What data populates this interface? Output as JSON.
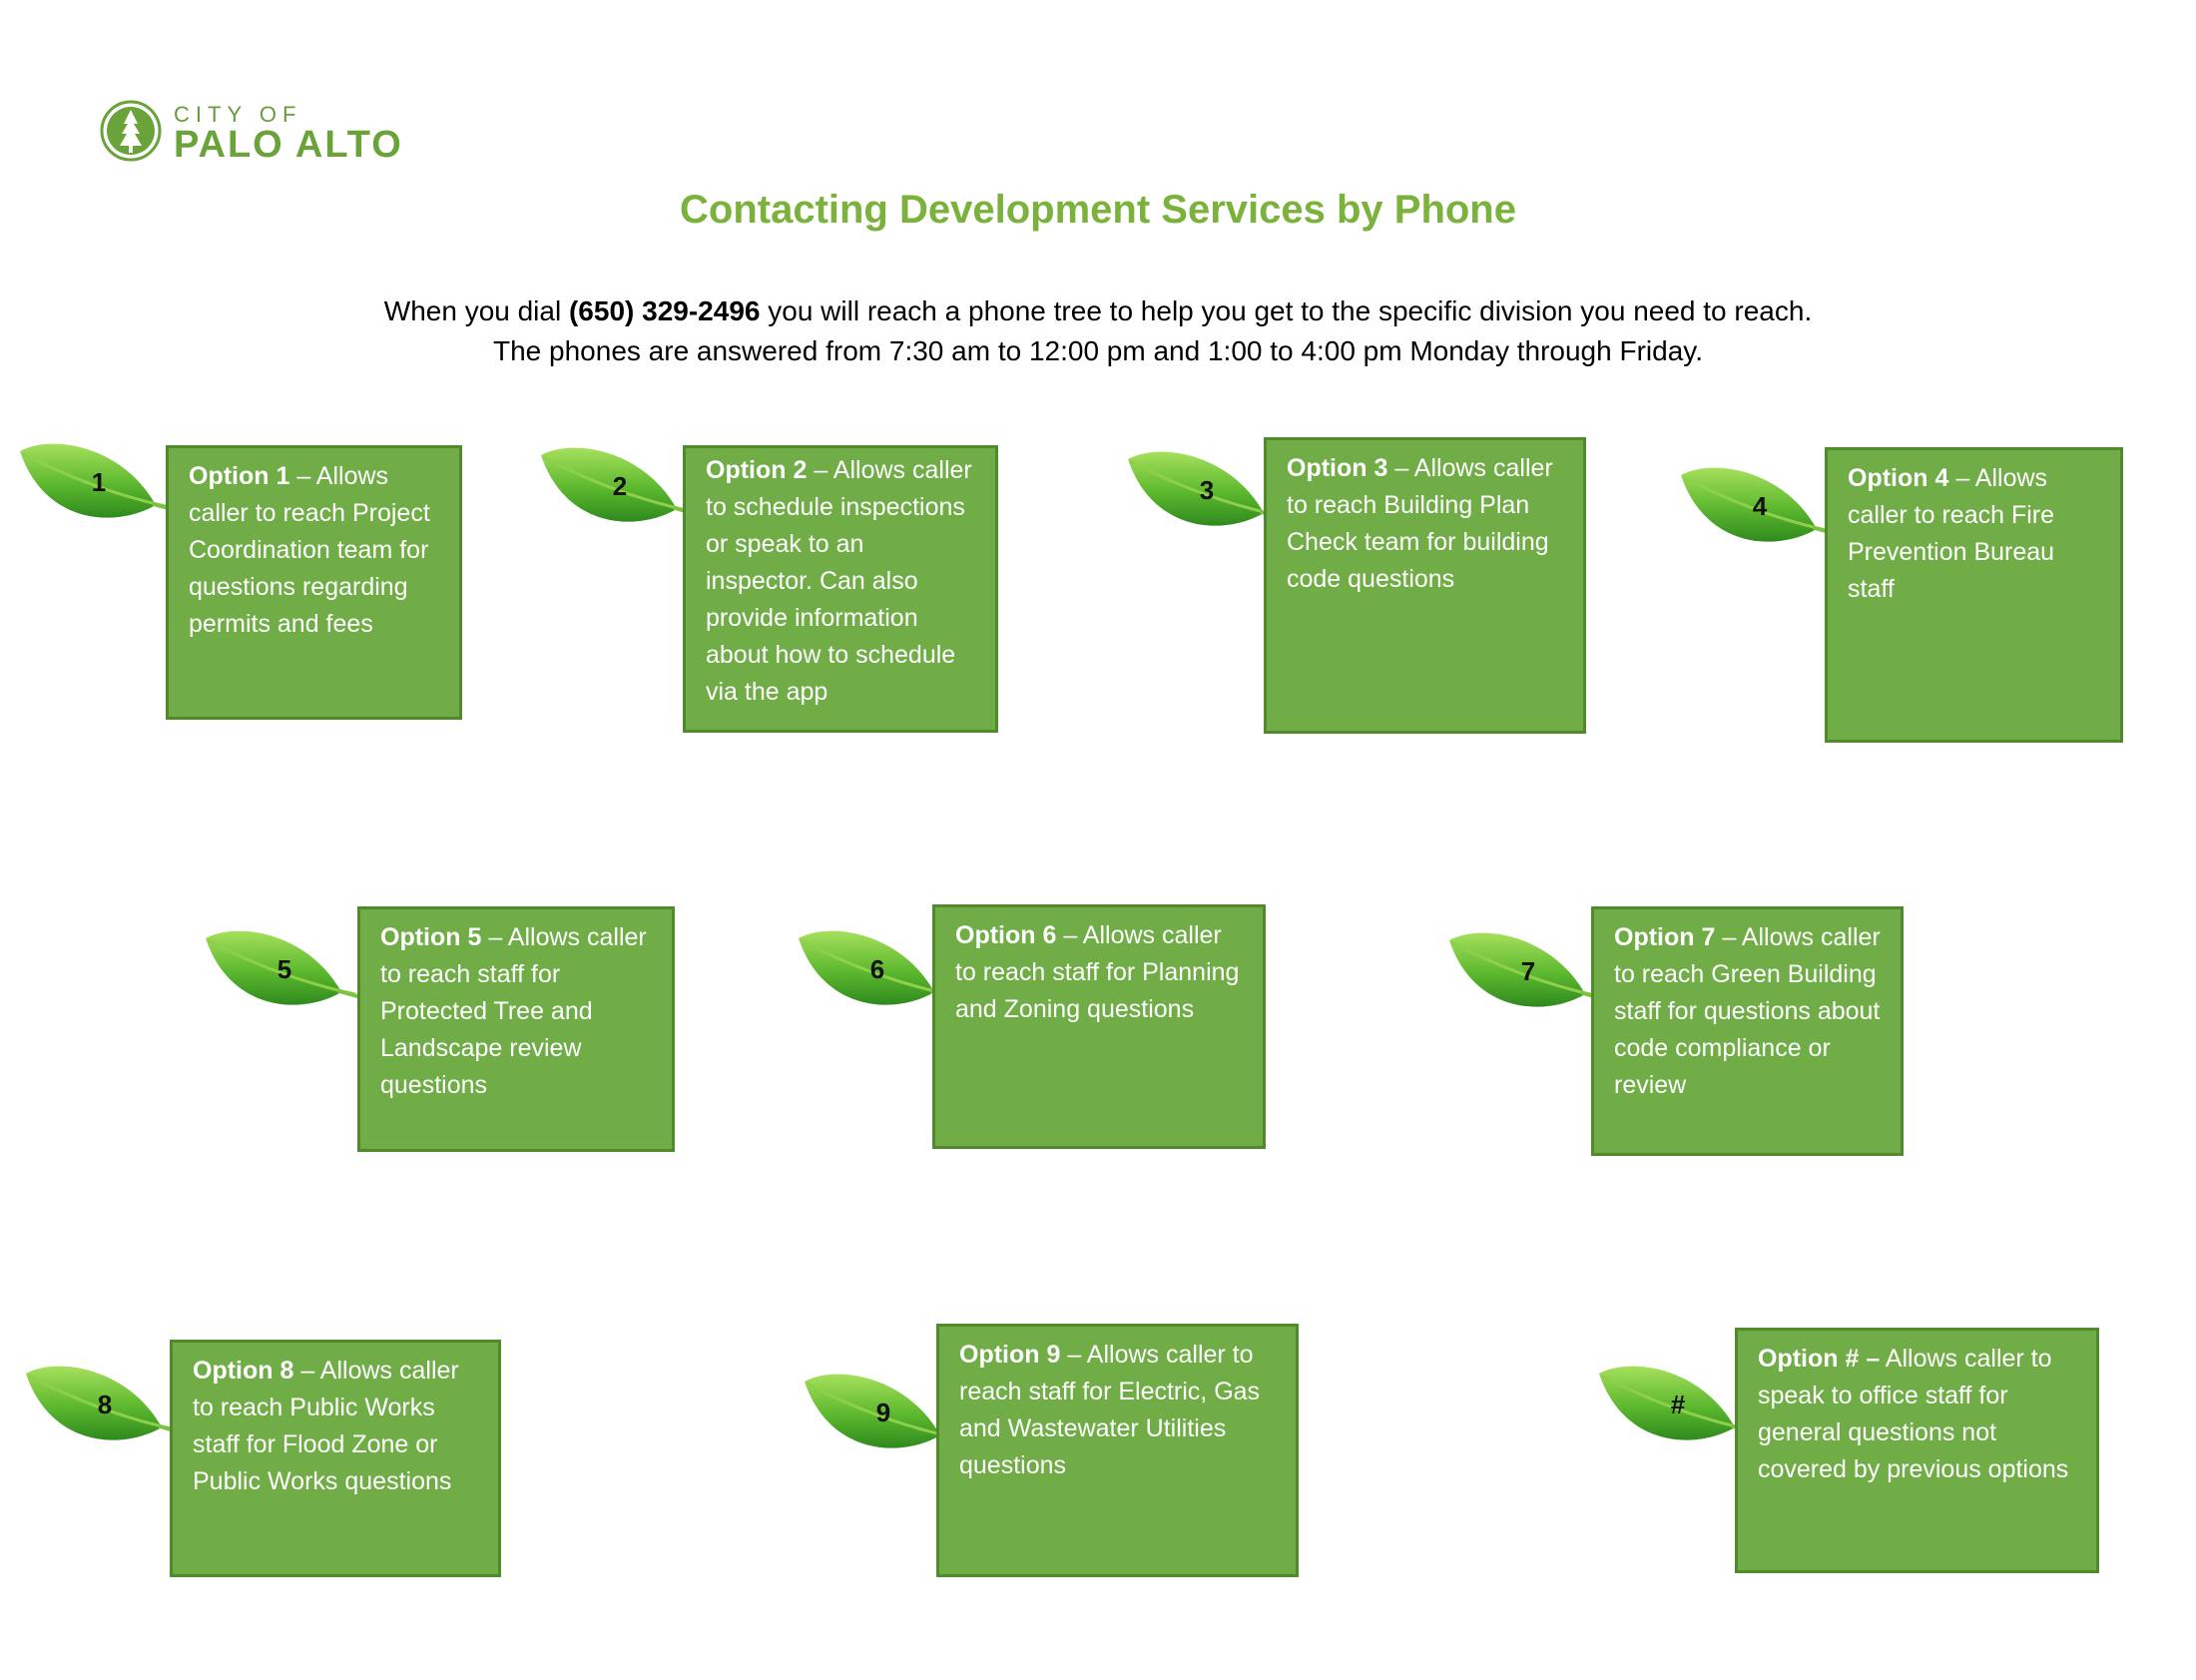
{
  "logo": {
    "city": "CITY OF",
    "name": "PALO ALTO"
  },
  "title": "Contacting Development Services by Phone",
  "intro": {
    "pre": "When you dial ",
    "phone": "(650) 329-2496",
    "post": " you will reach a phone tree to help you get to the specific division you need to reach.",
    "line2": "The phones are answered from 7:30 am to 12:00 pm and 1:00 to 4:00 pm Monday through Friday."
  },
  "colors": {
    "accent": "#7ab23c",
    "box": "#70ad47",
    "box_border": "#4f8a2c",
    "leaf": "#5cb82e"
  },
  "options": [
    {
      "num": "1",
      "label": "Option 1",
      "text": " – Allows caller to reach Project Coordination team for questions regarding permits and fees"
    },
    {
      "num": "2",
      "label": "Option 2",
      "text": " – Allows caller to schedule inspections or speak to an inspector. Can also provide information about how to schedule via the app"
    },
    {
      "num": "3",
      "label": "Option 3",
      "text": " – Allows caller to reach Building Plan Check team for building code questions"
    },
    {
      "num": "4",
      "label": "Option 4",
      "text": " – Allows caller to reach Fire Prevention Bureau staff"
    },
    {
      "num": "5",
      "label": "Option 5",
      "text": " – Allows caller to reach staff for Protected Tree and Landscape review questions"
    },
    {
      "num": "6",
      "label": "Option 6",
      "text": " – Allows caller to reach staff for Planning and Zoning questions"
    },
    {
      "num": "7",
      "label": "Option 7",
      "text": " – Allows caller to reach Green Building staff for questions about code compliance or review"
    },
    {
      "num": "8",
      "label": "Option 8",
      "text": " – Allows caller to reach Public Works staff for Flood Zone or Public Works questions"
    },
    {
      "num": "9",
      "label": "Option 9",
      "text": " – Allows caller to reach staff for Electric, Gas and Wastewater Utilities questions"
    },
    {
      "num": "#",
      "label": "Option # –",
      "text": " Allows caller to speak to office staff for general questions not covered by previous options"
    }
  ]
}
